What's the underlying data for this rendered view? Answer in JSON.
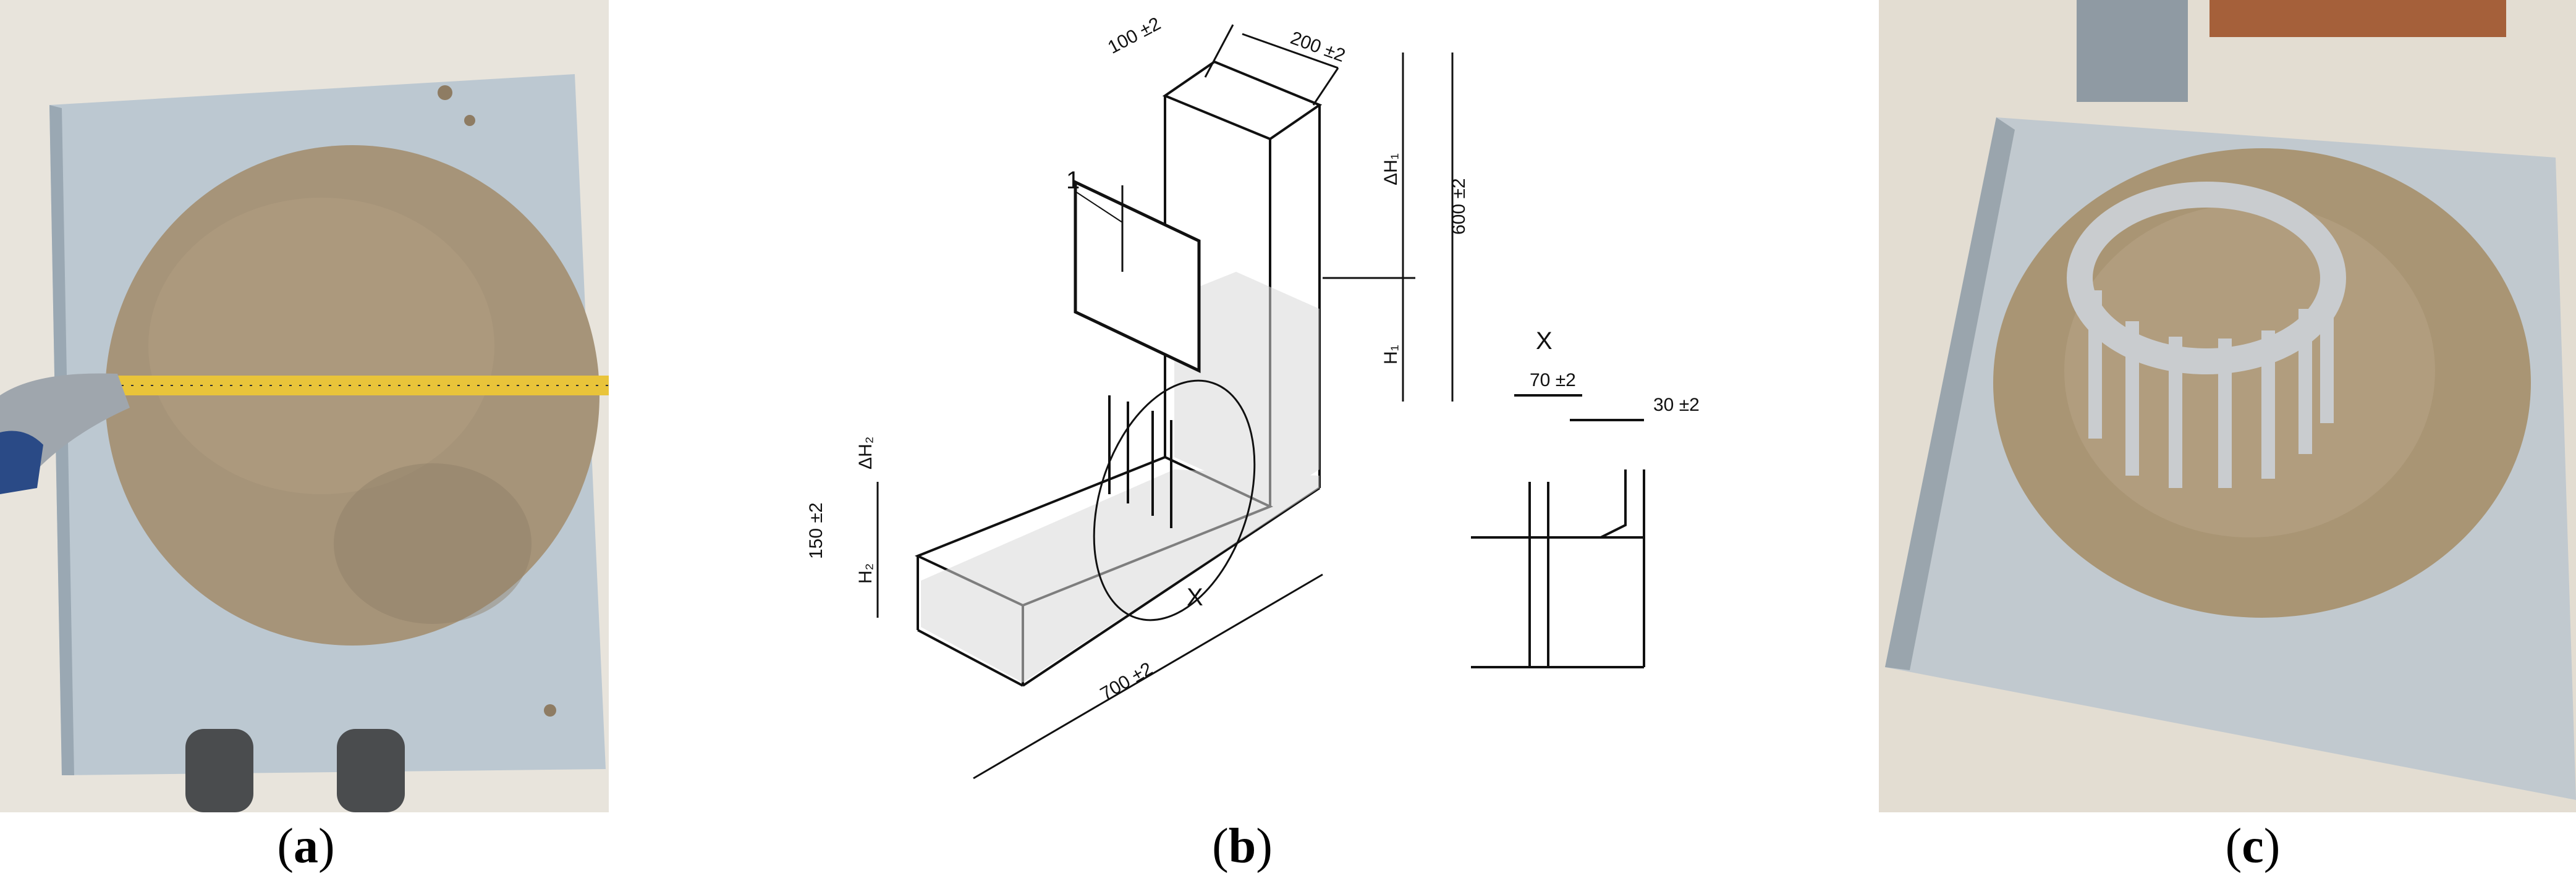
{
  "panels": [
    {
      "id": "a",
      "caption_open": "(",
      "caption_letter": "a",
      "caption_close": ")"
    },
    {
      "id": "b",
      "caption_open": "(",
      "caption_letter": "b",
      "caption_close": ")"
    },
    {
      "id": "c",
      "caption_open": "(",
      "caption_letter": "c",
      "caption_close": ")"
    }
  ],
  "drawing": {
    "dim_top_width": "100 ±2",
    "dim_top_depth": "200 ±2",
    "dim_total_height": "600 ±2",
    "dim_delta_h1": "ΔH₁",
    "dim_h1": "H₁",
    "dim_delta_h2": "ΔH₂",
    "dim_h2": "H₂",
    "dim_channel_height": "150 ±2",
    "dim_channel_length": "700 ±2",
    "part_label": "1",
    "detail_label": "X",
    "detail_title": "X",
    "detail_dim_gap": "70 ±2",
    "detail_dim_rod": "30 ±2"
  },
  "colors": {
    "steel_plate": "#b9c6cf",
    "mortar": "#a59279",
    "floor": "#e6e2da",
    "tape": "#e9c43a"
  }
}
